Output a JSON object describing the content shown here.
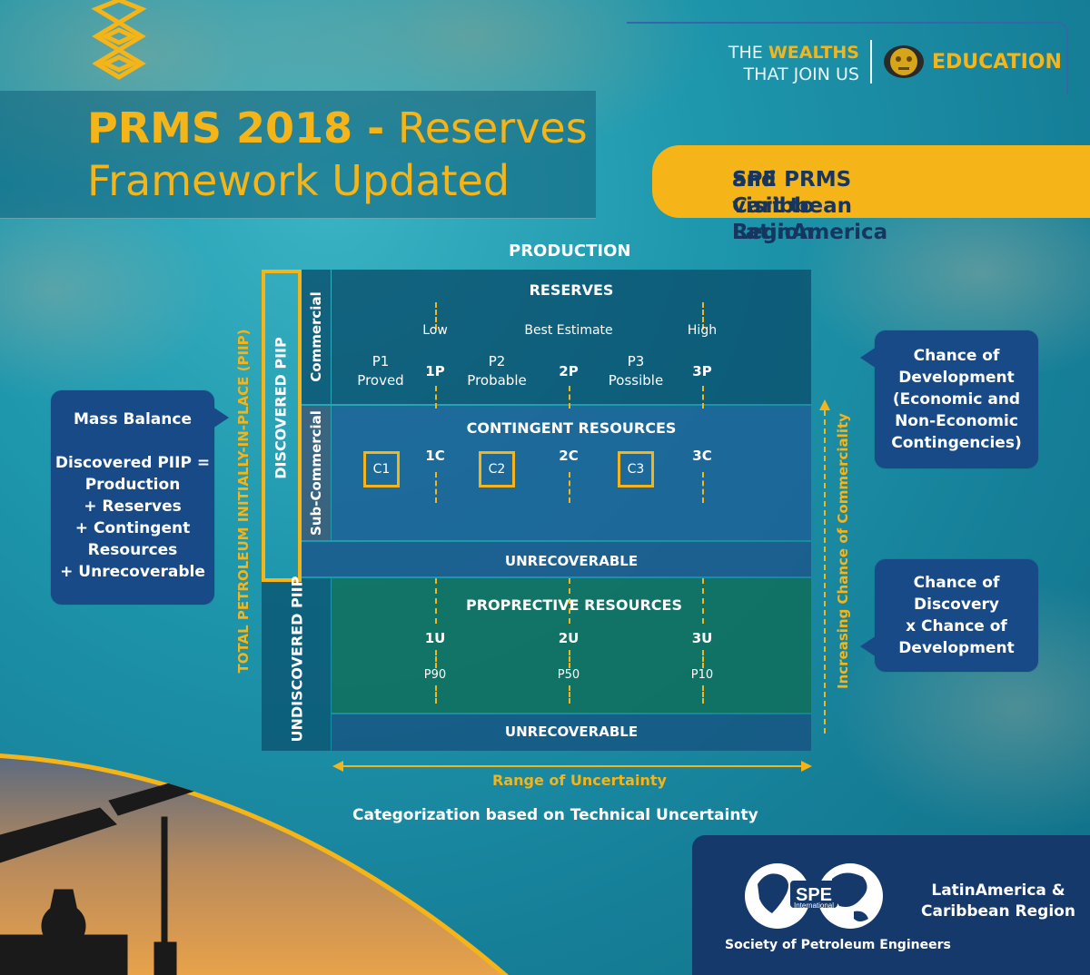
{
  "header": {
    "tagline_the": "THE",
    "tagline_wealths": "WEALTHS",
    "tagline_join": "THAT JOIN US",
    "education": "EDUCATION"
  },
  "title": {
    "bold": "PRMS 2018 -",
    "rest": "Reserves",
    "line2": "Framework Updated"
  },
  "visit": {
    "line1": "SPE PRMS visit to LatinAmerica",
    "line2": "and Caribbean Region."
  },
  "diagram": {
    "production": "PRODUCTION",
    "total_piip": "TOTAL PETROLEUM INITIALLY-IN-PLACE (PIIP)",
    "discovered_piip": "DISCOVERED PIIP",
    "undiscovered_piip": "UNDISCOVERED PIIP",
    "commercial": "Commercial",
    "sub_commercial": "Sub-Commercial",
    "reserves": {
      "title": "RESERVES",
      "low": "Low",
      "best": "Best Estimate",
      "high": "High",
      "p1": "P1",
      "proved": "Proved",
      "p2": "P2",
      "probable": "Probable",
      "p3": "P3",
      "possible": "Possible",
      "1p": "1P",
      "2p": "2P",
      "3p": "3P"
    },
    "contingent": {
      "title": "CONTINGENT RESOURCES",
      "c1": "C1",
      "c2": "C2",
      "c3": "C3",
      "1c": "1C",
      "2c": "2C",
      "3c": "3C"
    },
    "unrecoverable_1": "UNRECOVERABLE",
    "prospective": {
      "title": "PROPRECTIVE RESOURCES",
      "1u": "1U",
      "2u": "2U",
      "3u": "3U",
      "p90": "P90",
      "p50": "P50",
      "p10": "P10"
    },
    "unrecoverable_2": "UNRECOVERABLE",
    "increasing": "Increasing Chance  of Commerciality",
    "range": "Range of Uncertainty",
    "categorization": "Categorization based on Technical Uncertainty"
  },
  "mass_balance": {
    "title": "Mass Balance",
    "l1": "Discovered PIIP =",
    "l2": "Production",
    "l3": "+ Reserves",
    "l4": "+ Contingent",
    "l5": "Resources",
    "l6": "+ Unrecoverable"
  },
  "chance_dev": {
    "l1": "Chance of",
    "l2": "Development",
    "l3": "(Economic and",
    "l4": "Non-Economic",
    "l5": "Contingencies)"
  },
  "chance_disc": {
    "l1": "Chance of",
    "l2": "Discovery",
    "l3": "x Chance of",
    "l4": "Development"
  },
  "footer": {
    "spe": "SPE",
    "international": "International",
    "society": "Society of Petroleum Engineers",
    "lac1": "LatinAmerica &",
    "lac2": "Caribbean Region"
  },
  "colors": {
    "accent": "#f5b417",
    "navy": "#174a86"
  }
}
